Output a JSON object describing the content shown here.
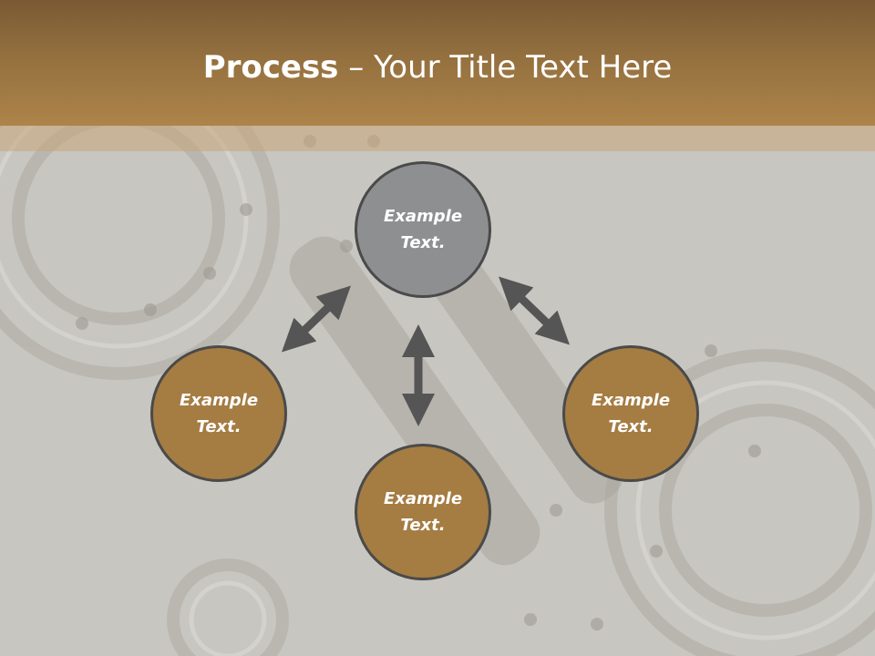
{
  "slide": {
    "title_bold": "Process",
    "title_rest": " – Your Title Text Here"
  },
  "nodes": [
    {
      "id": "top",
      "line1": "Example",
      "line2": "Text."
    },
    {
      "id": "left",
      "line1": "Example",
      "line2": "Text."
    },
    {
      "id": "right",
      "line1": "Example",
      "line2": "Text."
    },
    {
      "id": "bottom",
      "line1": "Example",
      "line2": "Text."
    }
  ],
  "colors": {
    "header": "#94703f",
    "circle_gray": "#8e8f91",
    "circle_brown": "#a57c42",
    "circle_border": "#4a4a4a",
    "arrow": "#555555"
  }
}
